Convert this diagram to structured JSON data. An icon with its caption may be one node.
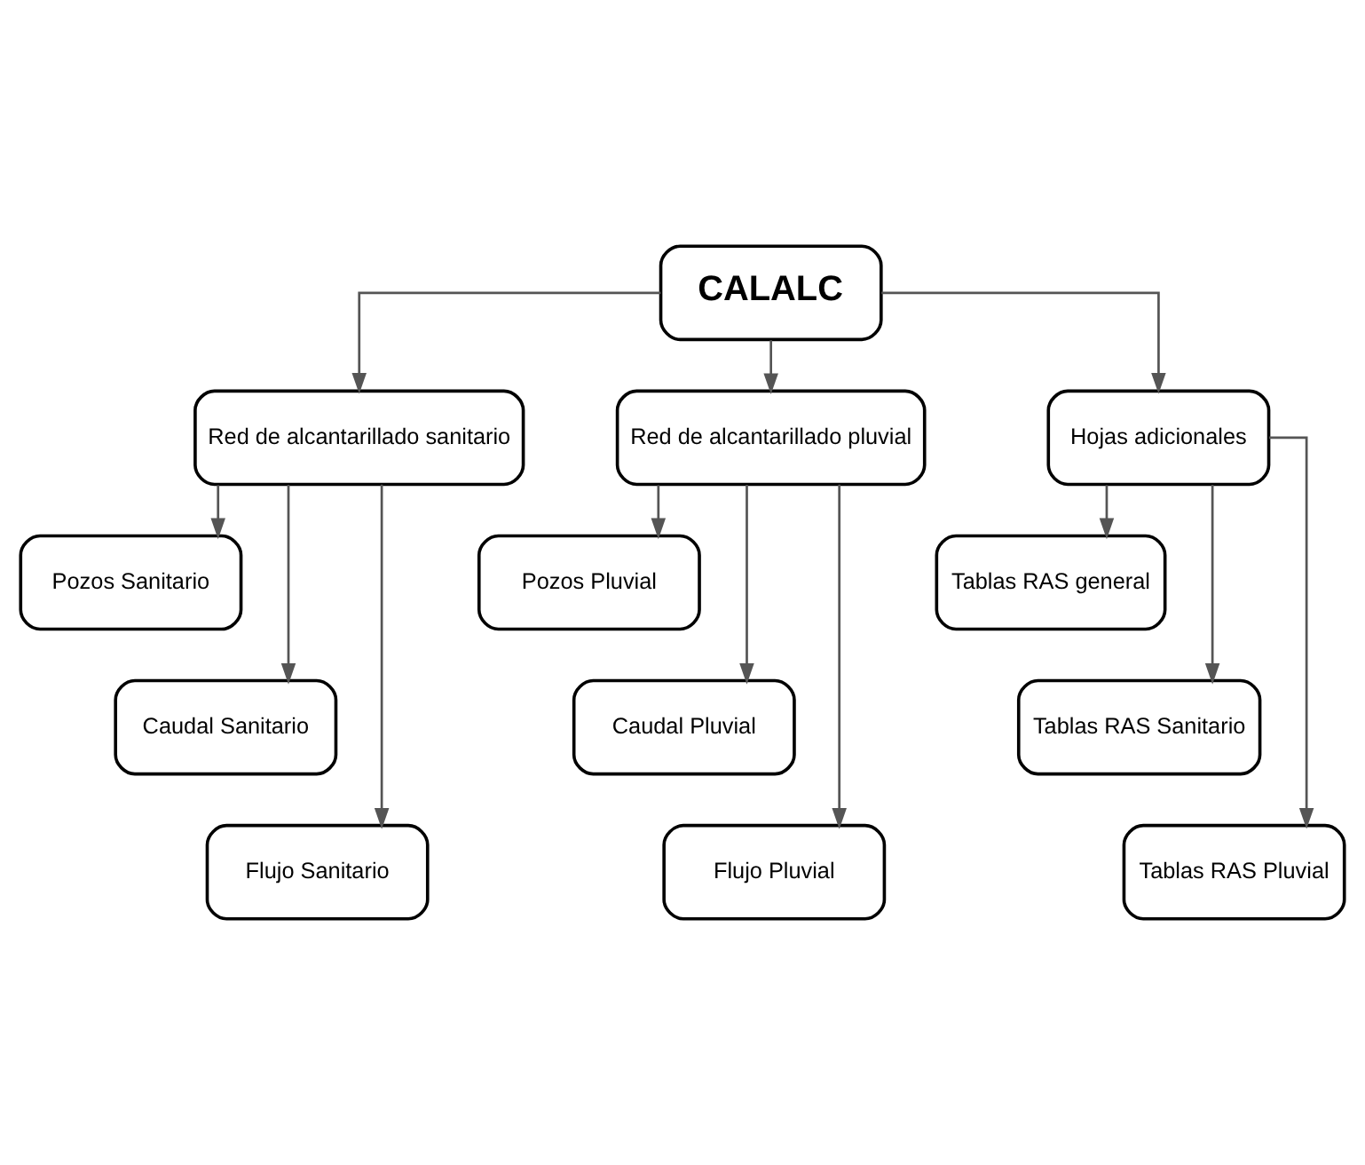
{
  "diagram": {
    "nodes": [
      {
        "text": [
          "CALALC"
        ]
      },
      {
        "text": [
          "Red de alcantarillado sanitario"
        ]
      },
      {
        "text": [
          "Red de alcantarillado pluvial"
        ]
      },
      {
        "text": [
          "Hojas adicionales"
        ]
      },
      {
        "text": [
          "Pozos Sanitario"
        ]
      },
      {
        "text": [
          "Caudal Sanitario"
        ]
      },
      {
        "text": [
          "Flujo Sanitario"
        ]
      },
      {
        "text": [
          "Pozos Pluvial"
        ]
      },
      {
        "text": [
          "Caudal Pluvial"
        ]
      },
      {
        "text": [
          "Flujo Pluvial"
        ]
      },
      {
        "text": [
          "Tablas RAS general"
        ]
      },
      {
        "text": [
          "Tablas RAS Sanitario"
        ]
      },
      {
        "text": [
          "Tablas RAS Pluvial"
        ]
      }
    ],
    "edges": [
      {
        "from": 0,
        "to": 1,
        "arrow": "to"
      },
      {
        "from": 0,
        "to": 2,
        "arrow": "to"
      },
      {
        "from": 0,
        "to": 3,
        "arrow": "to"
      },
      {
        "from": 1,
        "to": 4,
        "arrow": "to"
      },
      {
        "from": 1,
        "to": 5,
        "arrow": "to"
      },
      {
        "from": 1,
        "to": 6,
        "arrow": "to"
      },
      {
        "from": 2,
        "to": 7,
        "arrow": "to"
      },
      {
        "from": 2,
        "to": 8,
        "arrow": "to"
      },
      {
        "from": 2,
        "to": 9,
        "arrow": "to"
      },
      {
        "from": 3,
        "to": 10,
        "arrow": "to"
      },
      {
        "from": 3,
        "to": 11,
        "arrow": "to"
      },
      {
        "from": 3,
        "to": 12,
        "arrow": "to"
      }
    ]
  }
}
